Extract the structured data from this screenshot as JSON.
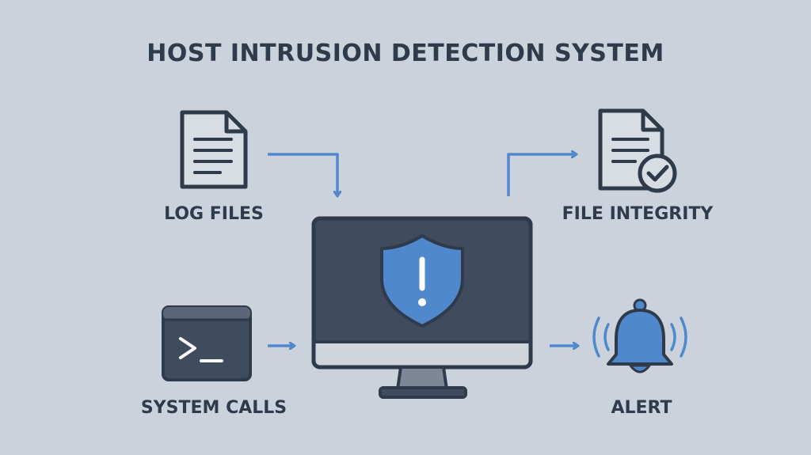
{
  "diagram": {
    "title": "HOST INTRUSION DETECTION SYSTEM",
    "inputs": {
      "log_files": "LOG FILES",
      "system_calls": "SYSTEM CALLS"
    },
    "outputs": {
      "file_integrity": "FILE INTEGRITY",
      "alert": "ALERT"
    },
    "terminal_prompt": ">_",
    "shield_symbol": "!",
    "colors": {
      "background": "#cbd2db",
      "outline": "#2f3a4a",
      "accent_blue": "#4f88cc",
      "monitor_screen": "#3f4c5e"
    },
    "icons": [
      "document-icon",
      "terminal-icon",
      "monitor-icon",
      "shield-alert-icon",
      "document-check-icon",
      "bell-icon"
    ]
  }
}
